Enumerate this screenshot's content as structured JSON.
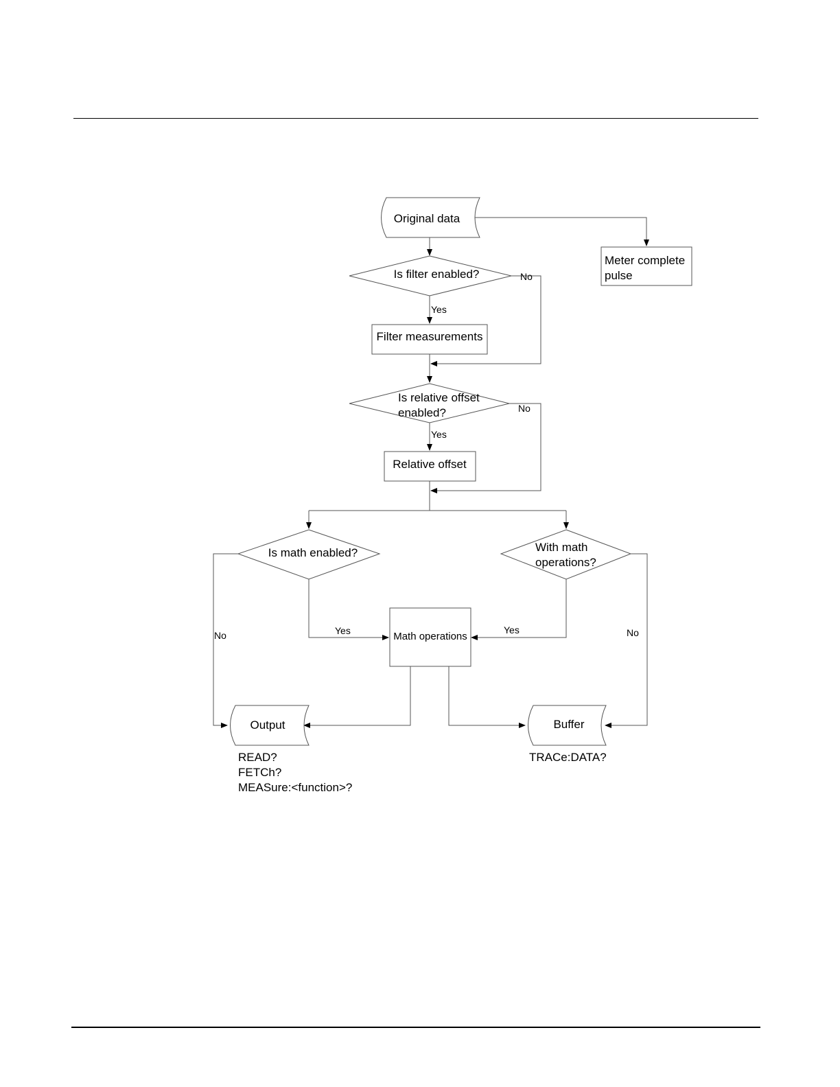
{
  "nodes": {
    "original_data": "Original data",
    "meter_complete": [
      "Meter complete",
      "pulse"
    ],
    "filter_enabled": "Is filter enabled?",
    "filter_measurements": "Filter measurements",
    "relative_offset_enabled": [
      "Is relative offset",
      "enabled?"
    ],
    "relative_offset": "Relative offset",
    "math_enabled": "Is math enabled?",
    "with_math_ops": [
      "With math",
      "operations?"
    ],
    "math_operations": "Math operations",
    "output": "Output",
    "buffer": "Buffer"
  },
  "edge_labels": {
    "filter_no": "No",
    "filter_yes": "Yes",
    "rel_no": "No",
    "rel_yes": "Yes",
    "math_no": "No",
    "math_yes": "Yes",
    "withmath_yes": "Yes",
    "withmath_no": "No"
  },
  "commands": {
    "output": [
      "READ?",
      "FETCh?",
      "MEASure:<function>?"
    ],
    "buffer": [
      "TRACe:DATA?"
    ]
  }
}
